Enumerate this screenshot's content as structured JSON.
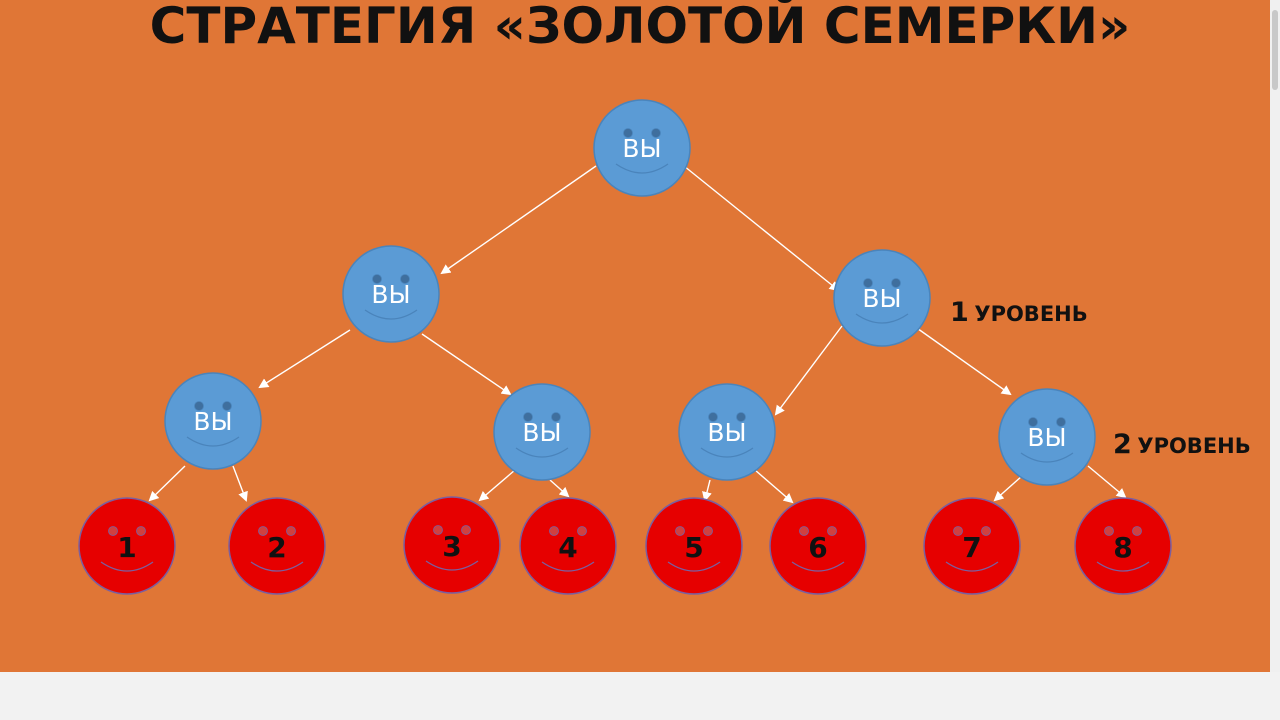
{
  "title": "СТРАТЕГИЯ «ЗОЛОТОЙ СЕМЕРКИ»",
  "colors": {
    "background": "#e07636",
    "you_node": "#5b9bd5",
    "partner_node": "#e60000",
    "arrow": "#ffffff",
    "text": "#111111"
  },
  "you_label": "ВЫ",
  "levels": [
    {
      "number": "1",
      "word": "УРОВЕНЬ"
    },
    {
      "number": "2",
      "word": "УРОВЕНЬ"
    }
  ],
  "partners": [
    "1",
    "2",
    "3",
    "4",
    "5",
    "6",
    "7",
    "8"
  ]
}
